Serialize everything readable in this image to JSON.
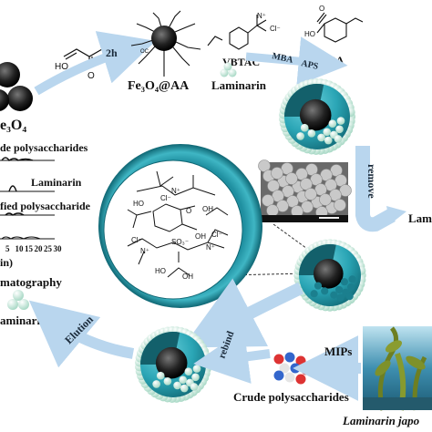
{
  "labels": {
    "fe3o4": "e₃O₄",
    "fe3o4_aa": "Fe₃O₄@AA",
    "laminarin_top": "Laminarin",
    "vbtac": "VBTAC",
    "vba": "VBA",
    "step_2h": "2h",
    "mba": "MBA",
    "aps": "APS",
    "remove": "remove",
    "lam_right": "Lam",
    "crude_poly_left": "de polysaccharides",
    "laminarin_left": "Laminarin",
    "purified_poly": "fied polysaccharide",
    "axis_ticks": [
      "5",
      "10",
      "15",
      "20",
      "25",
      "30"
    ],
    "time_unit": "in)",
    "chromatography": "matography",
    "laminarin_bottom_left": "aminarin",
    "elution": "Elution",
    "rebind": "rebind",
    "mips": "MIPs",
    "crude_poly_bottom": "Crude polysaccharides",
    "laminarin_japonica": "Laminarin japo"
  },
  "chem": {
    "ho": "HO",
    "o": "O",
    "cl_minus": "Cl⁻",
    "n_plus": "N⁺",
    "oh": "OH",
    "so3": "SO₃⁻",
    "co": "OC",
    "o_ring": "O",
    "nplus": "N⁺",
    "cl": "Cl⁻",
    "hooc": "HO",
    "ho2": "HO"
  },
  "colors": {
    "shell": "#2aa5b5",
    "shell_dark": "#1b7f8e",
    "core": "#222222",
    "bead": "#dff3ea",
    "arrow": "#b9d6ee",
    "seaweed": "#7a8a2a"
  }
}
